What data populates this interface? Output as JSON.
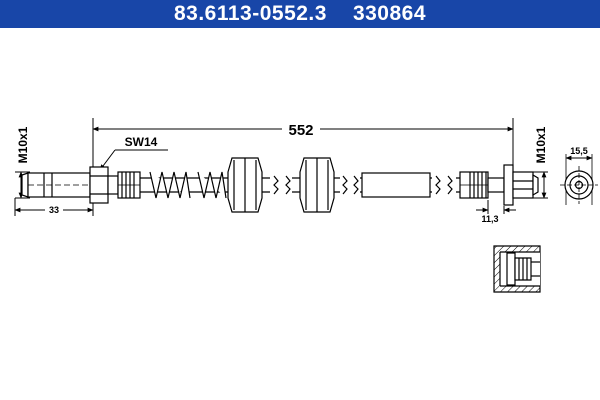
{
  "header": {
    "part_number": "83.6113-0552.3",
    "ref_number": "330864",
    "background_color": "#1846a8",
    "text_color": "#ffffff"
  },
  "drawing": {
    "length_label": "552",
    "left_thread_label": "M10x1",
    "left_offset_label": "33",
    "wrench_size_label": "SW14",
    "right_thread_label": "M10x1",
    "right_flange_label": "11,3",
    "fitting_diameter_label": "15,5"
  }
}
